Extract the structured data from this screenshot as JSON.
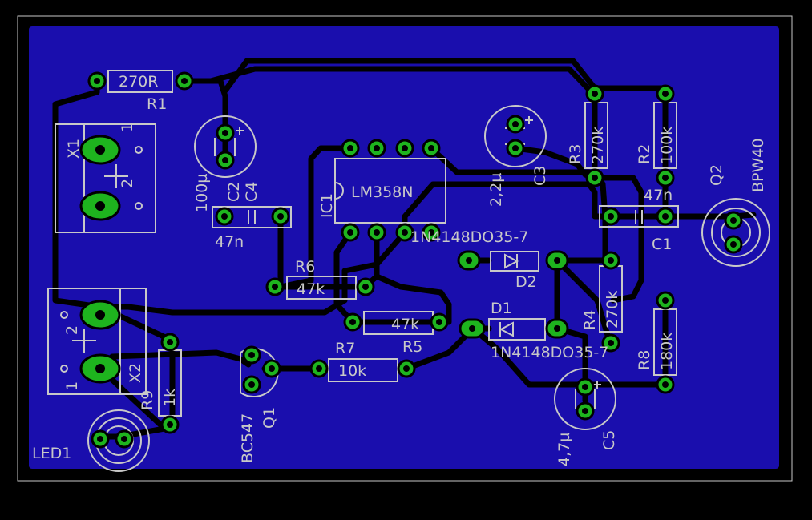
{
  "colors": {
    "board": "#1a0ead",
    "trace": "#000000",
    "silk": "#c8c8c8",
    "pad": "#1eb41e",
    "background": "#000000"
  },
  "labels": {
    "r1_value": "270R",
    "r1_name": "R1",
    "x1_name": "X1",
    "x1_pin1": "1",
    "x1_pin2": "2",
    "c2_name": "C2",
    "c2_value": "100µ",
    "c4_name": "C4",
    "c4_value": "47n",
    "ic1_name": "IC1",
    "ic1_value": "LM358N",
    "c3_name": "C3",
    "c3_value": "2,2µ",
    "r3_name": "R3",
    "r3_value": "270k",
    "r2_name": "R2",
    "r2_value": "100k",
    "c1_name": "C1",
    "c1_value": "47n",
    "q2_name": "Q2",
    "q2_value": "BPW40",
    "d2_value": "1N4148DO35-7",
    "d2_name": "D2",
    "r6_name": "R6",
    "r6_value": "47k",
    "r5_value": "47k",
    "r5_name": "R5",
    "d1_name": "D1",
    "d1_value": "1N4148DO35-7",
    "r4_name": "R4",
    "r4_value": "270k",
    "r8_name": "R8",
    "r8_value": "180k",
    "x2_name": "X2",
    "x2_pin1": "1",
    "x2_pin2": "2",
    "r9_name": "R9",
    "r9_value": "1k",
    "r7_name": "R7",
    "r7_value": "10k",
    "q1_name": "Q1",
    "q1_value": "BC547",
    "led1_name": "LED1",
    "c5_name": "C5",
    "c5_value": "4,7µ"
  }
}
